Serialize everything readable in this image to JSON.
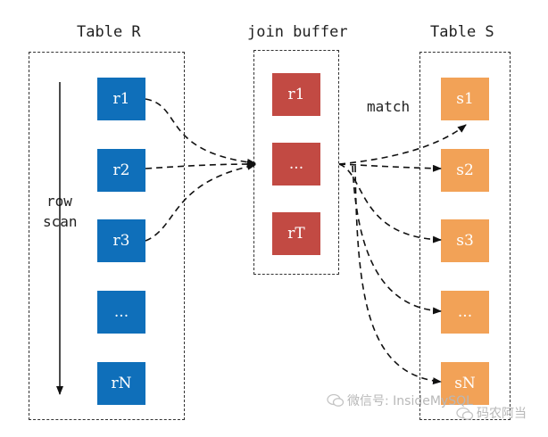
{
  "titles": {
    "table_r": "Table R",
    "join_buffer": "join buffer",
    "table_s": "Table S"
  },
  "table_r": {
    "items": [
      "r1",
      "r2",
      "r3",
      "...",
      "rN"
    ],
    "color": "#0f6fba"
  },
  "join_buffer": {
    "items": [
      "r1",
      "...",
      "rT"
    ],
    "color": "#c24a43"
  },
  "table_s": {
    "items": [
      "s1",
      "s2",
      "s3",
      "...",
      "sN"
    ],
    "color": "#f2a257"
  },
  "labels": {
    "row_scan_line1": "row",
    "row_scan_line2": "scan",
    "match": "match"
  },
  "watermarks": {
    "left": "微信号: InsideMySQL",
    "right": "码农阿当"
  }
}
